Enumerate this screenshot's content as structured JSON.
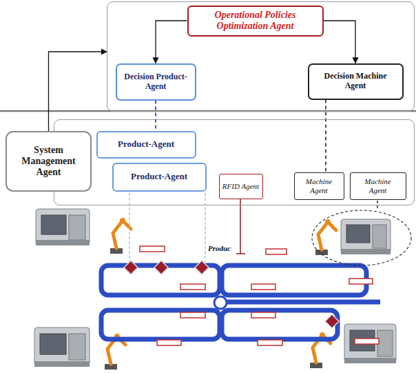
{
  "diagram": {
    "nodes": [
      {
        "text": []
      },
      {
        "text": [
          "Operational Policies Optimization Agent"
        ],
        "in": 0
      },
      {
        "text": [
          "Decision Product-Agent"
        ],
        "in": 0
      },
      {
        "text": [
          "Decision Machine Agent"
        ],
        "in": 0
      },
      {
        "text": [
          "System Management Agent"
        ]
      },
      {
        "text": []
      },
      {
        "text": [
          "Product-Agent"
        ],
        "in": 5
      },
      {
        "text": [
          "Product-Agent"
        ],
        "in": 5
      },
      {
        "text": [
          "RFID Agent"
        ],
        "in": 5
      },
      {
        "text": [
          "Machine Agent"
        ],
        "in": 5
      },
      {
        "text": [
          "Machine Agent"
        ],
        "in": 5
      }
    ],
    "edges": [
      {
        "from": 4,
        "to": 0,
        "arrow": "to"
      },
      {
        "from": 1,
        "to": 2,
        "arrow": "to"
      },
      {
        "from": 1,
        "to": 3,
        "arrow": "to"
      },
      {
        "from": 2,
        "to": 6,
        "arrow": "none"
      },
      {
        "from": 3,
        "to": 9,
        "arrow": "none"
      }
    ],
    "labels": [
      "Produc"
    ]
  }
}
